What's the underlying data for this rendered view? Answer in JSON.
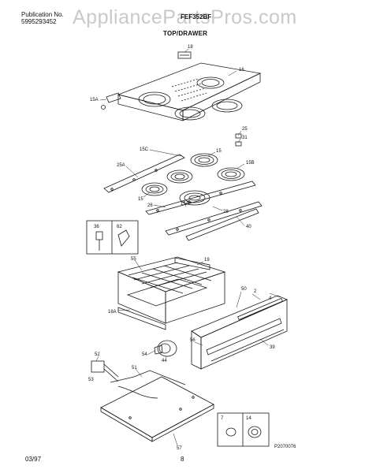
{
  "header": {
    "publication_label": "Publication No.",
    "publication_number": "5995293452",
    "model": "FEF352BF",
    "section_title": "TOP/DRAWER"
  },
  "watermark": "AppliancePartsPros.com",
  "footer": {
    "date": "03/97",
    "page": "8"
  },
  "diagram_code": "P2070076",
  "callouts": {
    "c18_top": "18",
    "c16": "16",
    "c15a": "15A",
    "c25": "25",
    "c31": "31",
    "c15": "15",
    "c15c": "15C",
    "c15b": "15B",
    "c25a": "25A",
    "c15_left": "15",
    "c26": "26",
    "c15_low": "15A",
    "c28": "28",
    "c40": "40",
    "c36": "36",
    "c62": "62",
    "c55": "55",
    "c19": "19",
    "c50": "50",
    "c2": "2",
    "c4": "4",
    "c18a": "18A",
    "c56": "56",
    "c39": "39",
    "c52": "52",
    "c53": "53",
    "c44": "44",
    "c54": "54",
    "c51": "51",
    "c57": "57",
    "c7": "7",
    "c14": "14"
  }
}
